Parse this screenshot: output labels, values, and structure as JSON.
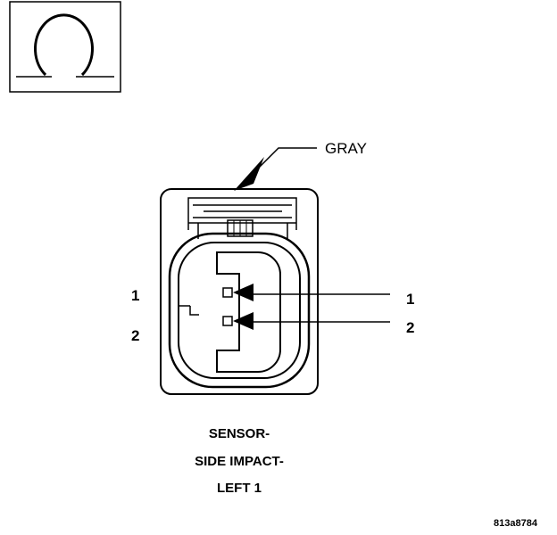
{
  "callout": {
    "color_label": "GRAY"
  },
  "pins": {
    "left_1": "1",
    "left_2": "2",
    "right_1": "1",
    "right_2": "2"
  },
  "title": {
    "line1": "SENSOR-",
    "line2": "SIDE IMPACT-",
    "line3": "LEFT 1"
  },
  "figure_ref": "813a8784",
  "icons": {
    "legend": "open-circle-ground-symbol-icon",
    "connector": "two-pin-connector-face-icon"
  }
}
